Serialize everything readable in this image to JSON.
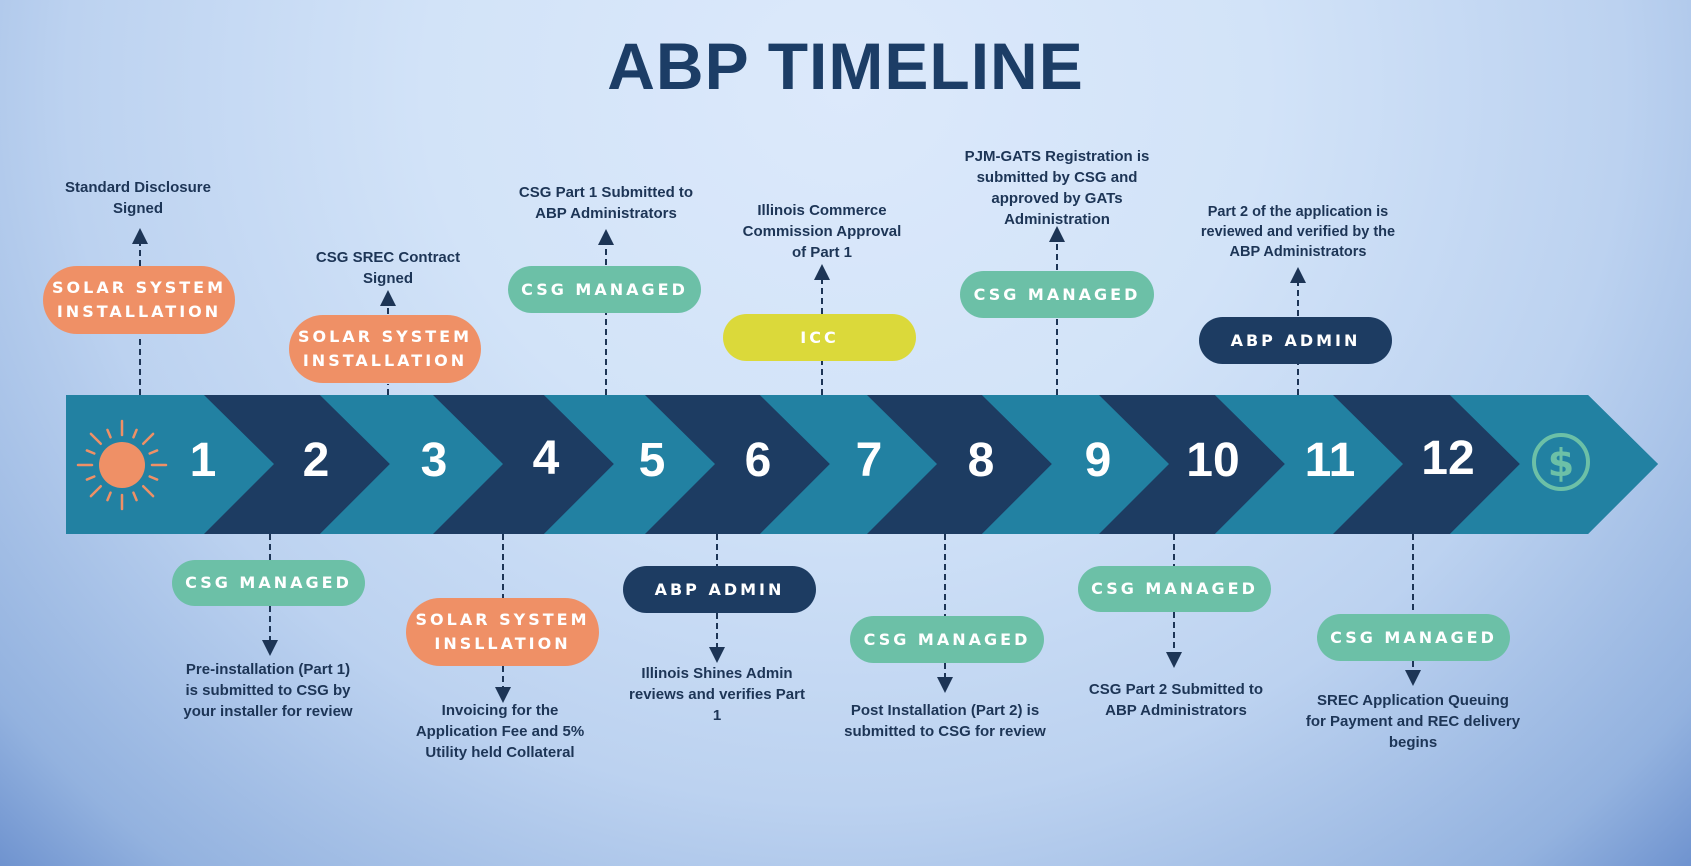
{
  "title": "ABP TIMELINE",
  "colors": {
    "teal": "#2281a2",
    "navy": "#1d3c62",
    "orange": "#ef9066",
    "green": "#6cc0a7",
    "yellow": "#dbd93a"
  },
  "start_icon": "sun-icon",
  "end_icon": "dollar-coin-icon",
  "end_icon_glyph": "$",
  "steps": [
    "1",
    "2",
    "3",
    "4",
    "5",
    "6",
    "7",
    "8",
    "9",
    "10",
    "11",
    "12"
  ],
  "milestones": {
    "m1": {
      "tag": "SOLAR SYSTEM INSTALLATION",
      "text": "Standard Disclosure Signed"
    },
    "m2": {
      "tag": "CSG MANAGED",
      "text": "Pre-installation (Part 1) is submitted to CSG by your installer for review"
    },
    "m3": {
      "tag": "SOLAR SYSTEM INSTALLATION",
      "text": "CSG SREC Contract Signed"
    },
    "m4": {
      "tag": "SOLAR SYSTEM INSLLATION",
      "text": "Invoicing for the Application Fee and 5% Utility held Collateral"
    },
    "m5": {
      "tag": "CSG MANAGED",
      "text": "CSG Part 1 Submitted to ABP Administrators"
    },
    "m6": {
      "tag": "ABP ADMIN",
      "text": "Illinois Shines Admin reviews and verifies Part 1"
    },
    "m7": {
      "tag": "ICC",
      "text": "Illinois Commerce Commission Approval of Part 1"
    },
    "m8": {
      "tag": "CSG MANAGED",
      "text": "Post Installation (Part 2) is submitted to CSG for review"
    },
    "m9": {
      "tag": "CSG MANAGED",
      "text": "PJM-GATS Registration is submitted by CSG and approved by GATs Administration"
    },
    "m10": {
      "tag": "CSG MANAGED",
      "text": "CSG Part 2 Submitted to ABP Administrators"
    },
    "m11": {
      "tag": "ABP ADMIN",
      "text": "Part 2 of the application is reviewed and verified by the ABP Administrators"
    },
    "m12": {
      "tag": "CSG MANAGED",
      "text": "SREC Application Queuing for Payment and REC delivery begins"
    }
  }
}
